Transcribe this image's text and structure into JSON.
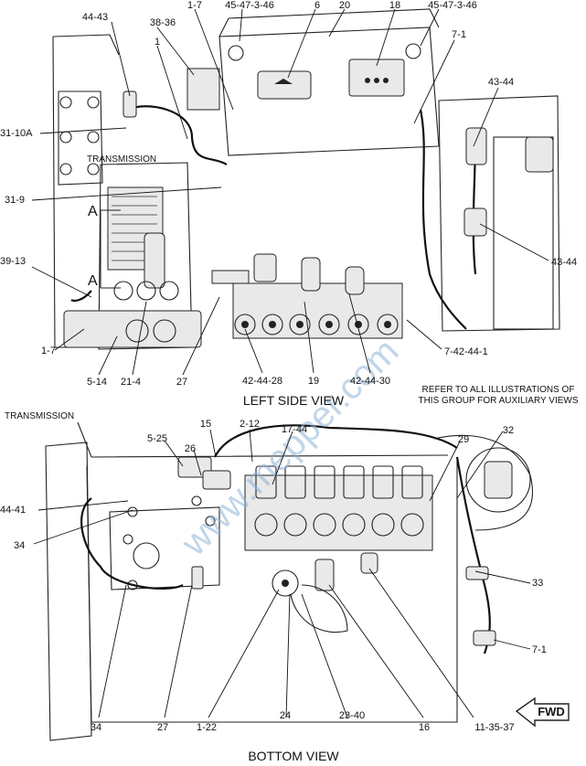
{
  "views": {
    "left_side_title": "LEFT SIDE VIEW",
    "bottom_title": "BOTTOM VIEW",
    "note_line1": "REFER TO ALL ILLUSTRATIONS OF",
    "note_line2": "THIS GROUP FOR AUXILIARY VIEWS",
    "transmission_top": "TRANSMISSION",
    "transmission_bottom": "TRANSMISSION",
    "section_a1": "A",
    "section_a2": "A",
    "fwd": "FWD",
    "watermark": "www.mepper.com"
  },
  "callouts_top": [
    "44-43",
    "38-36",
    "1",
    "1-7",
    "45-47-3-46",
    "6",
    "20",
    "18",
    "45-47-3-46",
    "7-1",
    "43-44",
    "31-10A",
    "31-9",
    "43-44",
    "39-13",
    "1-7",
    "5-14",
    "21-4",
    "27",
    "42-44-28",
    "19",
    "42-44-30",
    "7-42-44-1"
  ],
  "callouts_bottom": [
    "15",
    "2-12",
    "17-44",
    "5-25",
    "26",
    "29",
    "32",
    "44-41",
    "34",
    "33",
    "7-1",
    "34",
    "27",
    "1-22",
    "24",
    "23-40",
    "16",
    "11-35-37"
  ]
}
